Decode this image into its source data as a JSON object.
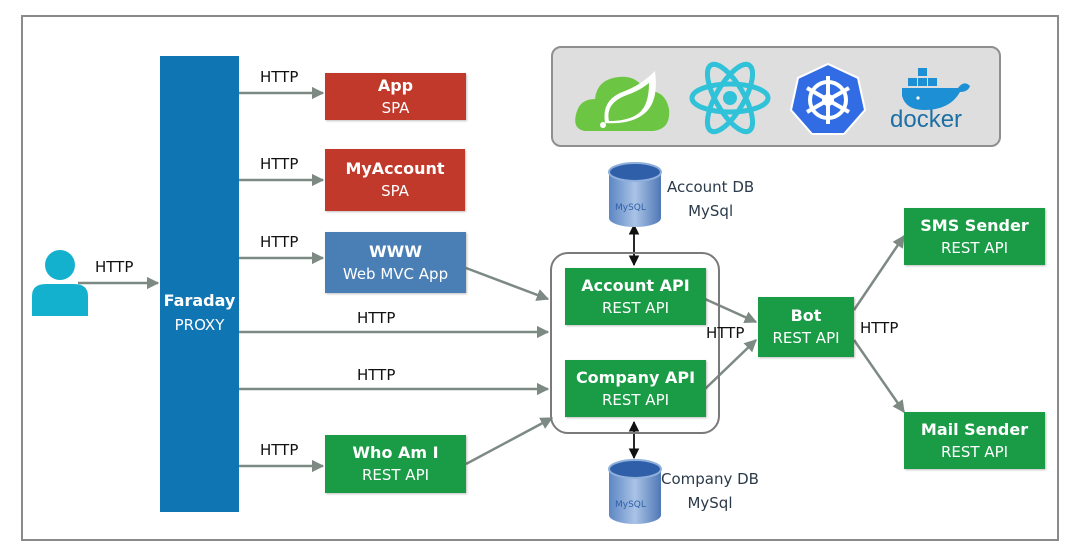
{
  "diagram": {
    "user": {
      "icon": "user-icon"
    },
    "user_link_label": "HTTP",
    "proxy": {
      "title": "Faraday",
      "subtitle": "PROXY",
      "color": "#0f75b3"
    },
    "frontends": [
      {
        "title": "App",
        "subtitle": "SPA",
        "link_label": "HTTP",
        "color": "#c0392b"
      },
      {
        "title": "MyAccount",
        "subtitle": "SPA",
        "link_label": "HTTP",
        "color": "#c0392b"
      },
      {
        "title": "WWW",
        "subtitle": "Web MVC App",
        "link_label": "HTTP",
        "color": "#4a7fb5"
      }
    ],
    "direct_links": [
      "HTTP",
      "HTTP"
    ],
    "whoami": {
      "title": "Who Am I",
      "subtitle": "REST API",
      "link_label": "HTTP"
    },
    "services": [
      {
        "title": "Account API",
        "subtitle": "REST API"
      },
      {
        "title": "Company API",
        "subtitle": "REST API"
      }
    ],
    "databases": [
      {
        "name": "Account DB",
        "engine": "MySql",
        "logo_text": "MySQL"
      },
      {
        "name": "Company DB",
        "engine": "MySql",
        "logo_text": "MySQL"
      }
    ],
    "bot": {
      "title": "Bot",
      "subtitle": "REST API",
      "in_label": "HTTP",
      "out_label": "HTTP"
    },
    "senders": [
      {
        "title": "SMS Sender",
        "subtitle": "REST API"
      },
      {
        "title": "Mail Sender",
        "subtitle": "REST API"
      }
    ],
    "tech_stack": [
      {
        "icon": "spring-cloud-icon",
        "color": "#6cc644"
      },
      {
        "icon": "react-icon",
        "color": "#2fc2d8"
      },
      {
        "icon": "kubernetes-icon",
        "color": "#326ce5"
      },
      {
        "icon": "docker-icon",
        "label": "docker",
        "color": "#1d8fd4"
      }
    ],
    "colors": {
      "service_green": "#1a9c46",
      "arrow_gray": "#7d8a84"
    }
  }
}
